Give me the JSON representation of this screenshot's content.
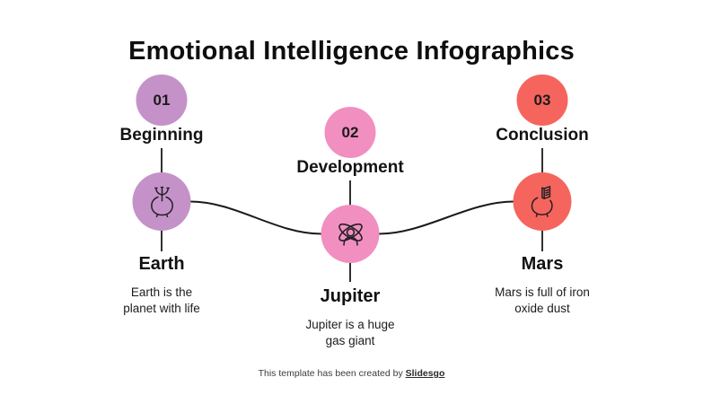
{
  "slide": {
    "title": "Emotional Intelligence Infographics"
  },
  "steps": [
    {
      "number": "01",
      "stage": "Beginning",
      "planet": "Earth",
      "description_line1": "Earth is the",
      "description_line2": "planet with life",
      "color": "#c492c8",
      "icon": "psychology-head-icon"
    },
    {
      "number": "02",
      "stage": "Development",
      "planet": "Jupiter",
      "description_line1": "Jupiter is a huge",
      "description_line2": "gas giant",
      "color": "#f18fc0",
      "icon": "person-orbit-icon"
    },
    {
      "number": "03",
      "stage": "Conclusion",
      "planet": "Mars",
      "description_line1": "Mars is full of iron",
      "description_line2": "oxide dust",
      "color": "#f5655d",
      "icon": "open-mind-icon"
    }
  ],
  "footer": {
    "text": "This template has been created by",
    "brand": "Slidesgo"
  },
  "colors": {
    "purple": "#c492c8",
    "pink": "#f18fc0",
    "coral": "#f5655d",
    "line": "#1a1a1a",
    "background": "#ffffff"
  }
}
